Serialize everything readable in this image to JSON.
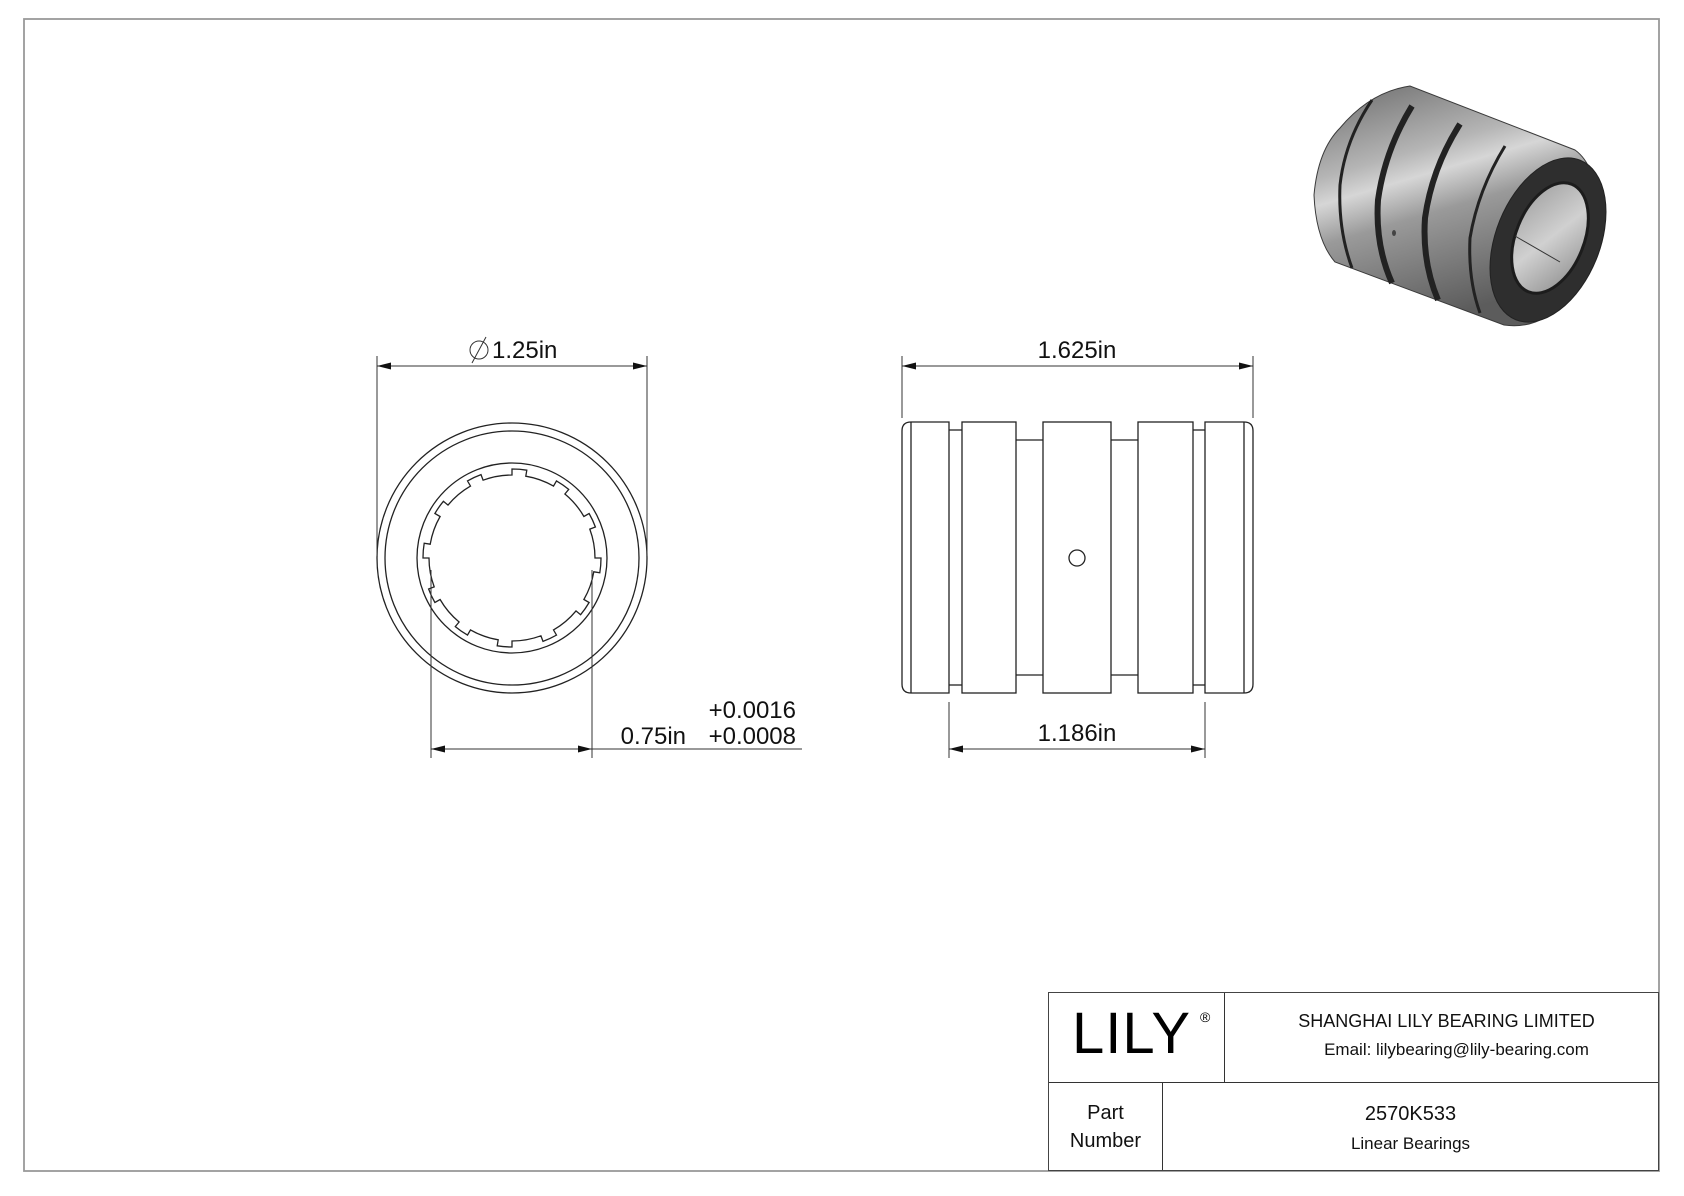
{
  "drawing": {
    "border_color": "#999999",
    "line_color": "#222222"
  },
  "end_view": {
    "outer_diameter_label": "1.25in",
    "diameter_symbol": "⌀",
    "bore_diameter_label": "0.75in",
    "bore_tolerance_upper": "+0.0016",
    "bore_tolerance_lower": "+0.0008"
  },
  "side_view": {
    "overall_length_label": "1.625in",
    "inner_length_label": "1.186in"
  },
  "render_3d": {
    "icon": "linear-bearing-3d-render",
    "body_color": "#8a8a8a",
    "dark_color": "#2e2e2e"
  },
  "title_block": {
    "logo": "LILY",
    "logo_registered_mark": "®",
    "company_name": "SHANGHAI LILY BEARING LIMITED",
    "email": "Email: lilybearing@lily-bearing.com",
    "part_label_line1": "Part",
    "part_label_line2": "Number",
    "part_number": "2570K533",
    "part_description": "Linear Bearings"
  }
}
